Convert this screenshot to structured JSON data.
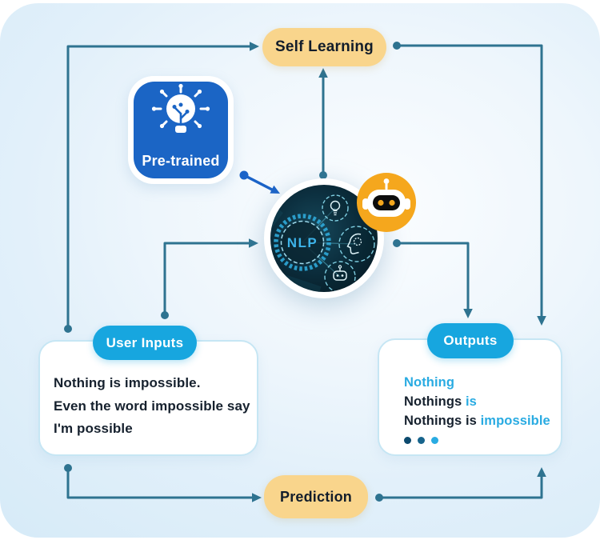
{
  "nodes": {
    "self_learning": {
      "label": "Self Learning"
    },
    "pre_trained": {
      "label": "Pre-trained",
      "icon": "lightbulb-circuit-icon"
    },
    "nlp": {
      "label": "NLP",
      "icon": "nlp-tech-circle",
      "mini_icons": [
        "idea-bulb-icon",
        "head-profile-icon",
        "robot-mini-icon"
      ],
      "badge_icon": "robot-face-icon"
    },
    "user_inputs": {
      "title": "User Inputs",
      "lines": [
        "Nothing is impossible.",
        "Even the word impossible say",
        "I'm possible"
      ]
    },
    "outputs": {
      "title": "Outputs",
      "line1_a": "Nothing",
      "line2_a": "Nothings ",
      "line2_b": "is",
      "line3_a": "Nothings is ",
      "line3_b": "impossible"
    },
    "prediction": {
      "label": "Prediction"
    }
  },
  "palette": {
    "pill_yellow": "#F9D58C",
    "pill_blue": "#17A6DF",
    "accent_text": "#29ABE2",
    "dark_text": "#16212E",
    "connector_teal": "#2E7390",
    "connector_blue": "#1B63C8",
    "pretrained_blue": "#1B65C5",
    "robot_orange": "#F5A71D",
    "ellipsis": [
      "#0C4A6E",
      "#17648C",
      "#29ABE2"
    ]
  }
}
